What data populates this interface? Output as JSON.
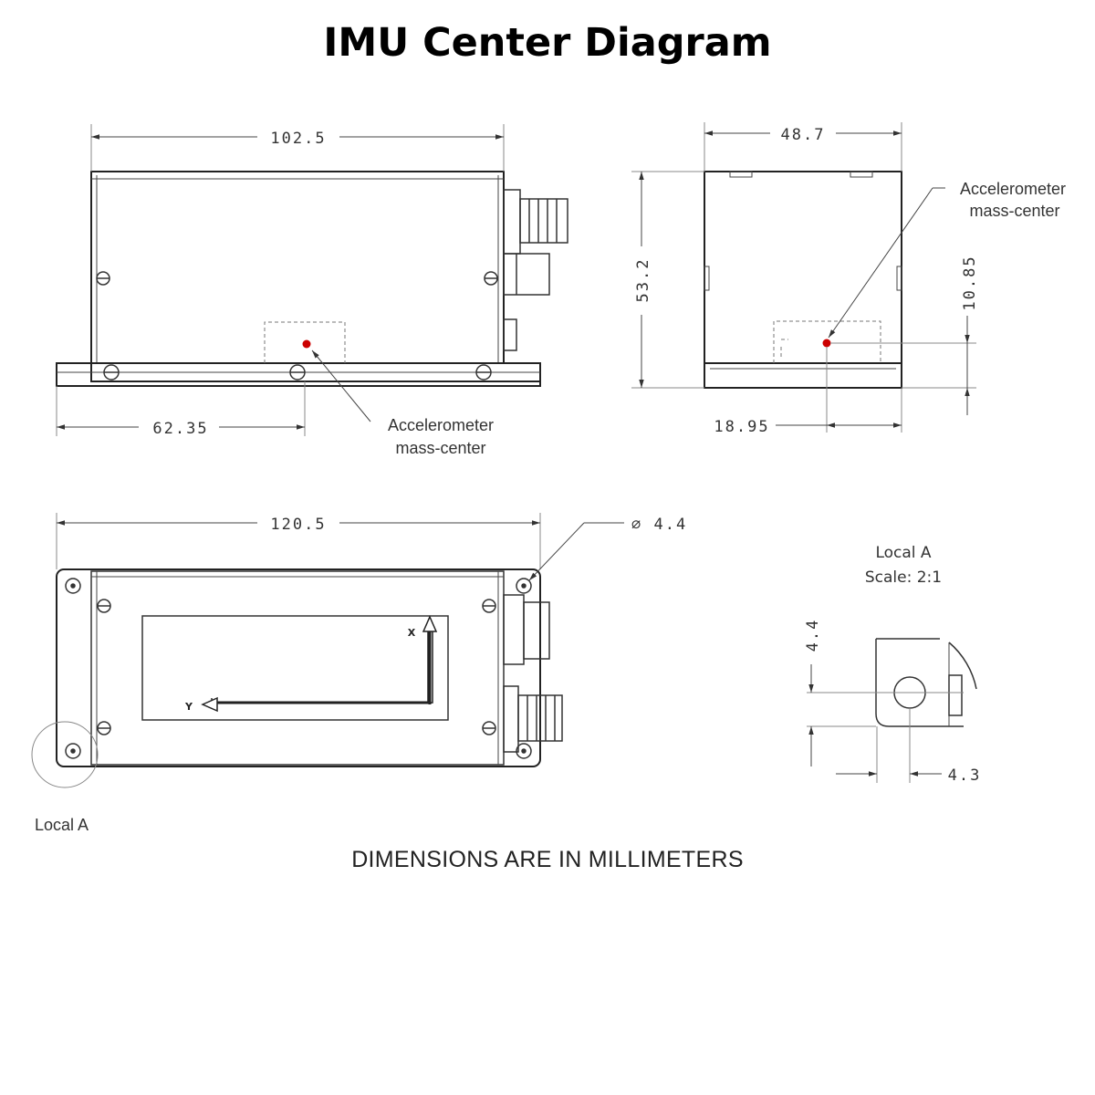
{
  "title": "IMU Center Diagram",
  "footer": "DIMENSIONS ARE IN MILLIMETERS",
  "colors": {
    "mass_center": "#cc0000",
    "line": "#222222"
  },
  "side_view": {
    "width_dim": "102.5",
    "offset_dim": "62.35",
    "callout": [
      "Accelerometer",
      "mass-center"
    ]
  },
  "end_view": {
    "width_dim": "48.7",
    "height_dim": "53.2",
    "center_height_dim": "10.85",
    "offset_dim": "18.95",
    "callout": [
      "Accelerometer",
      "mass-center"
    ]
  },
  "top_view": {
    "length_dim": "120.5",
    "hole_dim": "∅ 4.4",
    "axis_x": "X",
    "axis_y": "Y",
    "detail_label": "Local A"
  },
  "detail": {
    "title": "Local A",
    "scale": "Scale:  2:1",
    "vert_dim": "4.4",
    "horiz_dim": "4.3"
  }
}
